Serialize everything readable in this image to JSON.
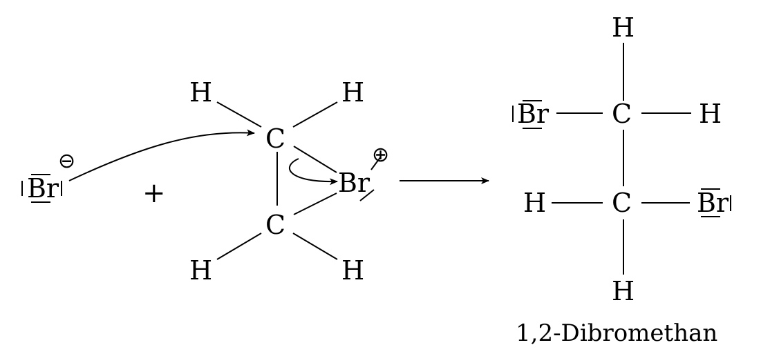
{
  "reactants": {
    "bromide": {
      "symbol": "Br",
      "charge": "⊖"
    },
    "plus": "+",
    "bromonium": {
      "carbon_top": "C",
      "carbon_bottom": "C",
      "h_top_left": "H",
      "h_top_right": "H",
      "h_bottom_left": "H",
      "h_bottom_right": "H",
      "bromine": "Br",
      "charge": "⊕"
    }
  },
  "product": {
    "h_top": "H",
    "br_left": "Br",
    "carbon_top": "C",
    "h_right": "H",
    "h_left": "H",
    "carbon_bottom": "C",
    "br_right": "Br",
    "h_bottom": "H",
    "name": "1,2-Dibromethan"
  }
}
